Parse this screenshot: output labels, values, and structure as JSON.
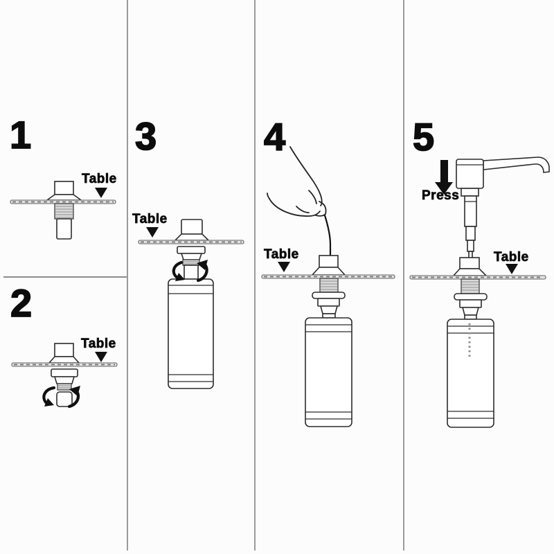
{
  "steps": [
    {
      "number": "1",
      "table_label": "Table"
    },
    {
      "number": "2",
      "table_label": "Table"
    },
    {
      "number": "3",
      "table_label": "Table"
    },
    {
      "number": "4",
      "table_label": "Table"
    },
    {
      "number": "5",
      "table_label": "Table",
      "press_label": "Press"
    }
  ],
  "colors": {
    "line": "#2b2b2b",
    "divider": "#9a9a9a",
    "thread_fill": "#d9d9d9",
    "arrow": "#101010",
    "background": "#fcfcfc"
  }
}
